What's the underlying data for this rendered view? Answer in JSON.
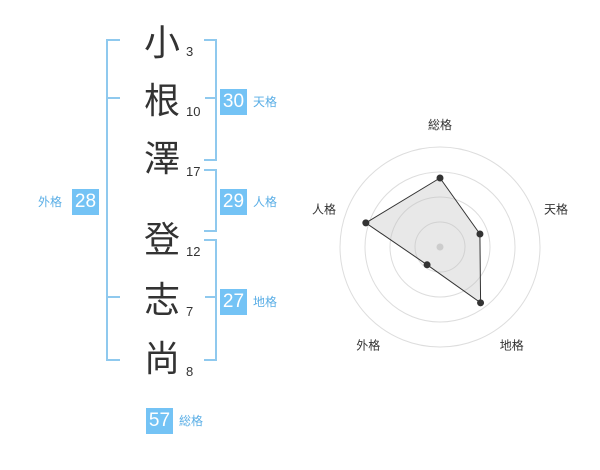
{
  "name_chars": [
    {
      "char": "小",
      "strokes": "3"
    },
    {
      "char": "根",
      "strokes": "10"
    },
    {
      "char": "澤",
      "strokes": "17"
    },
    {
      "char": "登",
      "strokes": "12"
    },
    {
      "char": "志",
      "strokes": "7"
    },
    {
      "char": "尚",
      "strokes": "8"
    }
  ],
  "fortunes": {
    "tenkaku": {
      "value": "30",
      "label": "天格"
    },
    "jinkaku": {
      "value": "29",
      "label": "人格"
    },
    "chikaku": {
      "value": "27",
      "label": "地格"
    },
    "gaikaku": {
      "value": "28",
      "label": "外格"
    },
    "soukaku": {
      "value": "57",
      "label": "総格"
    }
  },
  "colors": {
    "accent": "#74c3f5",
    "bracket": "#8fc9ee",
    "label": "#5aaee6",
    "text": "#333333"
  },
  "chart_data": {
    "type": "radar",
    "axes": [
      "総格",
      "天格",
      "地格",
      "外格",
      "人格"
    ],
    "values": [
      0.69,
      0.42,
      0.69,
      0.22,
      0.78
    ],
    "scale_max": 1,
    "rings": 4
  }
}
